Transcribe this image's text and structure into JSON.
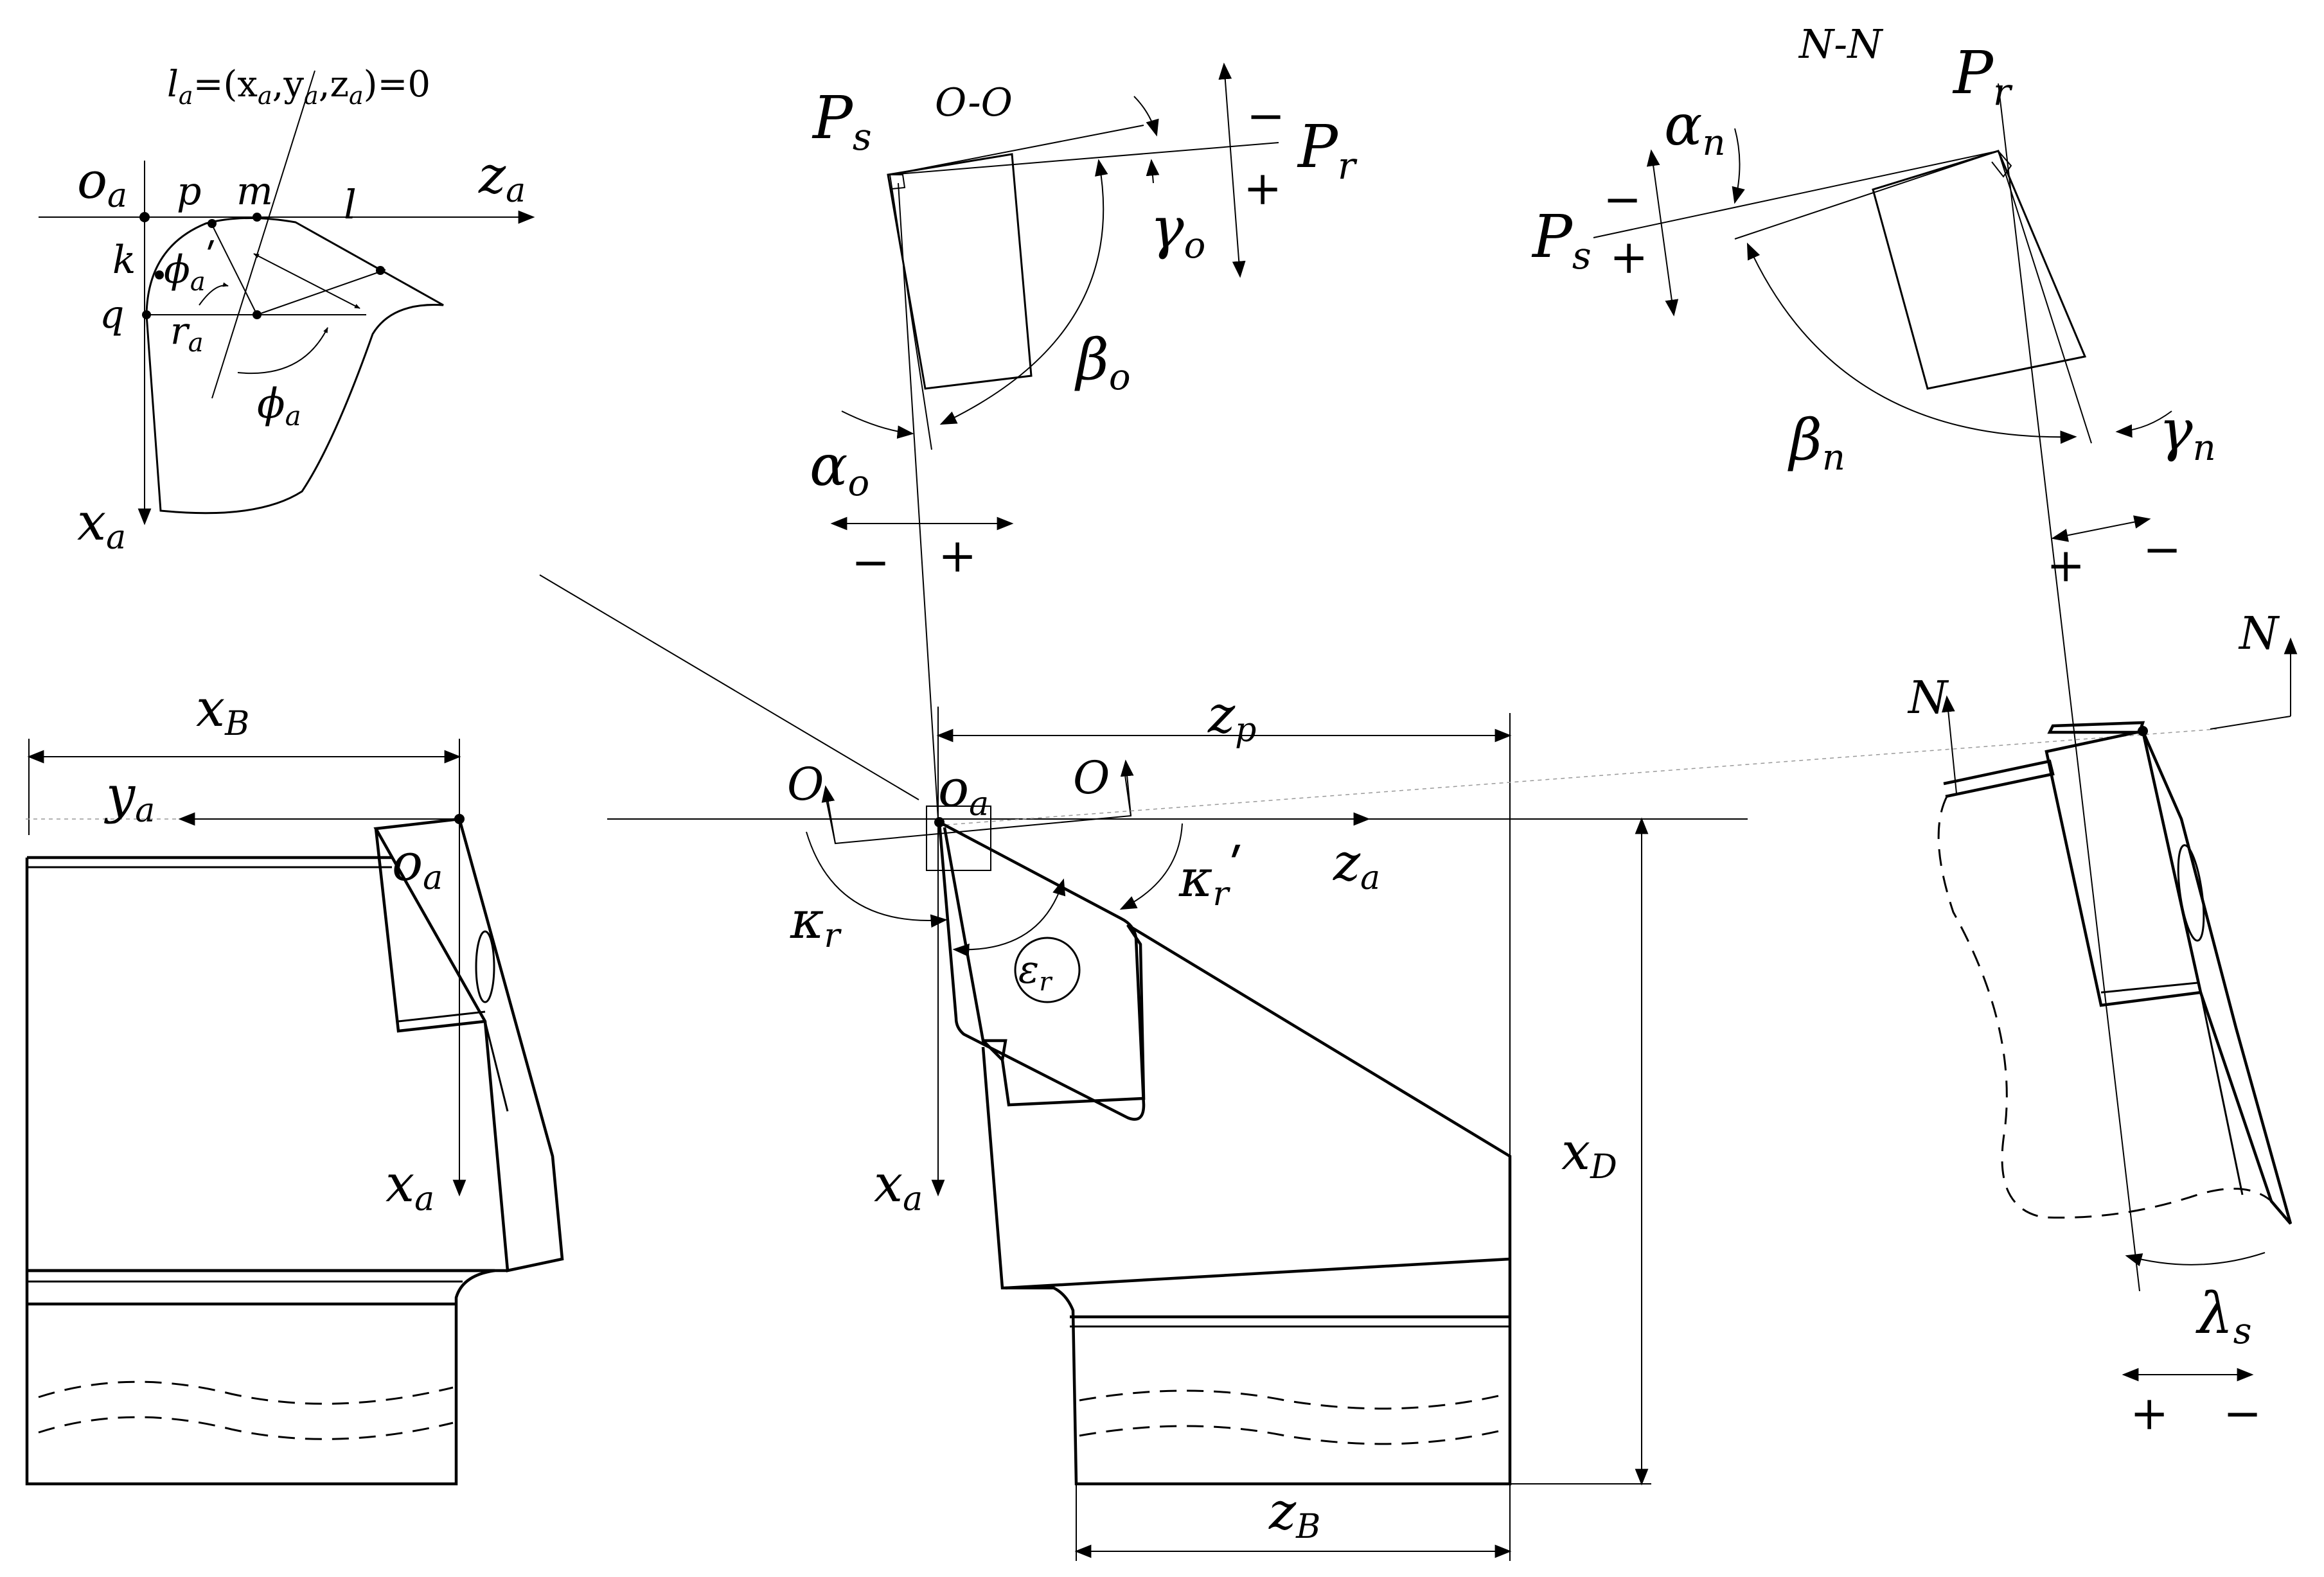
{
  "labels": {
    "la_eq": "l",
    "la_sub": "a",
    "la_rest": "=(x",
    "la_a1": "a",
    "la_comma1": ",y",
    "la_a2": "a",
    "la_comma2": ",z",
    "la_a3": "a",
    "la_end": ")=0",
    "oa": "o",
    "a": "a",
    "p": "p",
    "m": "m",
    "l": "l",
    "za": "z",
    "k": "k",
    "q": "q",
    "phi": "ϕ",
    "phi_prime": "ʹ",
    "r": "r",
    "xa": "x",
    "xB": "x",
    "B": "B",
    "ya": "y",
    "zp": "z",
    "p_sub": "p",
    "O": "O",
    "kappa": "κ",
    "r_sub": "r",
    "kappa_prime": "ʹ",
    "epsilon": "ε",
    "xD": "x",
    "D": "D",
    "zB": "z",
    "Ps": "P",
    "s": "s",
    "OO": "O-O",
    "Pr": "P",
    "minus": "−",
    "plus": "+",
    "gamma": "γ",
    "o_sub": "o",
    "beta": "β",
    "alpha": "α",
    "NN": "N-N",
    "n_sub": "n",
    "N": "N",
    "lambda": "λ"
  }
}
